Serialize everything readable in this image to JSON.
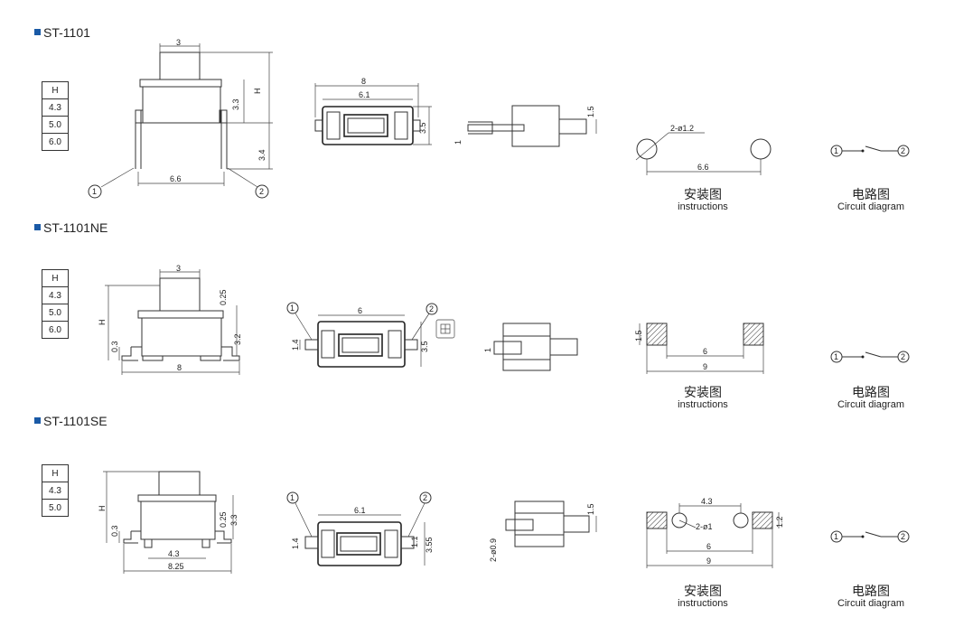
{
  "sections": [
    {
      "title": "ST-1101",
      "table": [
        "H",
        "4.3",
        "5.0",
        "6.0"
      ],
      "dims": {
        "top_width": "3",
        "height": "H",
        "d33": "3.3",
        "d34": "3.4",
        "base_width": "6.6",
        "plan_outer": "8",
        "plan_inner": "6.1",
        "plan_h": "3.5",
        "side_pin": "1",
        "side_h": "1.5",
        "hole": "2-ø1.2",
        "hole_spacing": "6.6"
      },
      "pins": [
        "1",
        "2"
      ]
    },
    {
      "title": "ST-1101NE",
      "table": [
        "H",
        "4.3",
        "5.0",
        "6.0"
      ],
      "dims": {
        "top_width": "3",
        "height": "H",
        "d025": "0.25",
        "d32": "3.2",
        "d03": "0.3",
        "base_width": "8",
        "plan_width": "6",
        "plan_pin": "1.4",
        "plan_h": "3.5",
        "side_pin": "1",
        "pad_h": "1.5",
        "pad_inner": "6",
        "pad_outer": "9"
      },
      "pins": [
        "1",
        "2"
      ]
    },
    {
      "title": "ST-1101SE",
      "table": [
        "H",
        "4.3",
        "5.0"
      ],
      "dims": {
        "height": "H",
        "d03": "0.3",
        "d025": "0.25",
        "d33": "3.3",
        "d43": "4.3",
        "base_width": "8.25",
        "plan_width": "6.1",
        "plan_pin": "1.4",
        "plan_11": "1.1",
        "plan_h": "3.55",
        "side_pin": "2-ø0.9",
        "side_h": "1.5",
        "pad_spacing": "4.3",
        "pad_holes": "2-ø1",
        "pad_h": "1.2",
        "pad_inner": "6",
        "pad_outer": "9"
      },
      "pins": [
        "1",
        "2"
      ]
    }
  ],
  "captions": {
    "install_zh": "安装图",
    "install_en": "instructions",
    "circuit_zh": "电路图",
    "circuit_en": "Circuit diagram"
  }
}
